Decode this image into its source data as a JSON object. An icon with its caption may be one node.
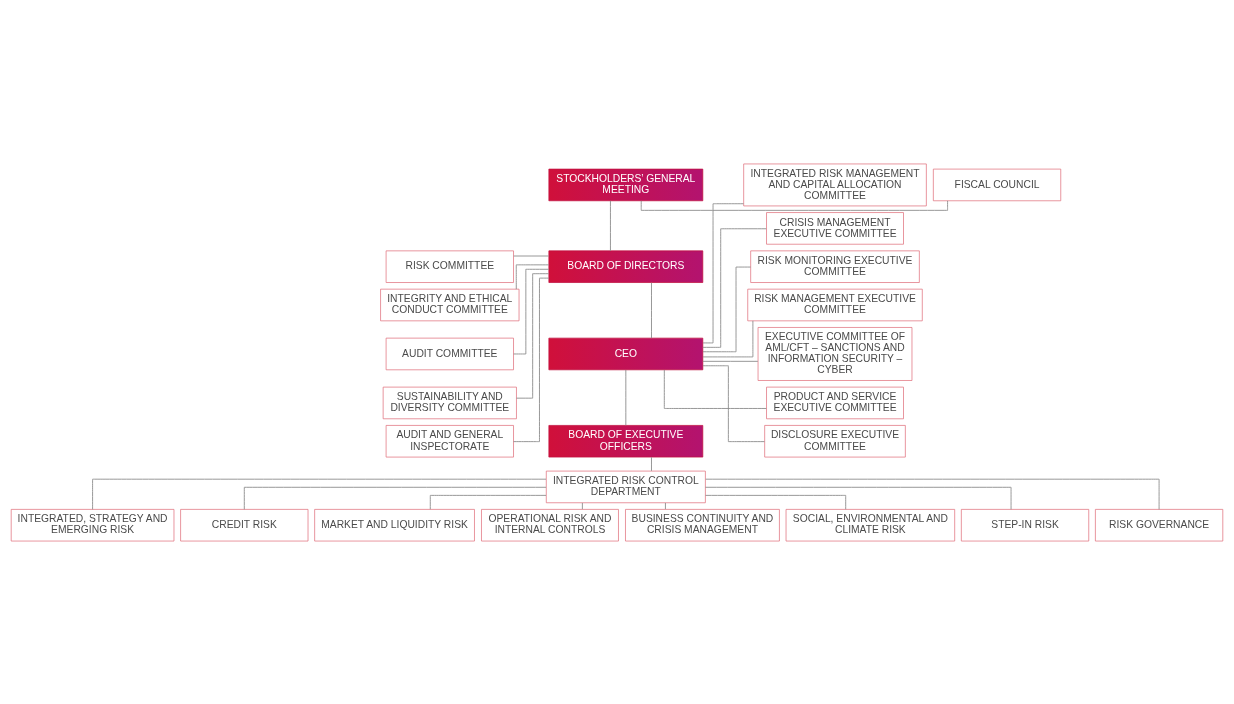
{
  "diagram": {
    "nodes": [
      {
        "text": [
          "STOCKHOLDERS’ GENERAL MEETING"
        ]
      },
      {
        "text": [
          "FISCAL COUNCIL"
        ]
      },
      {
        "text": [
          "BOARD OF DIRECTORS"
        ]
      },
      {
        "text": [
          "RISK COMMITTEE"
        ]
      },
      {
        "text": [
          "INTEGRITY AND ETHICAL CONDUCT COMMITTEE"
        ]
      },
      {
        "text": [
          "AUDIT COMMITTEE"
        ]
      },
      {
        "text": [
          "SUSTAINABILITY AND DIVERSITY COMMITTEE"
        ]
      },
      {
        "text": [
          "AUDIT AND GENERAL INSPECTORATE"
        ]
      },
      {
        "text": [
          "CEO"
        ]
      },
      {
        "text": [
          "INTEGRATED RISK MANAGEMENT AND CAPITAL ALLOCATION COMMITTEE"
        ]
      },
      {
        "text": [
          "CRISIS MANAGEMENT EXECUTIVE COMMITTEE"
        ]
      },
      {
        "text": [
          "RISK MONITORING EXECUTIVE COMMITTEE"
        ]
      },
      {
        "text": [
          "RISK MANAGEMENT EXECUTIVE COMMITTEE"
        ]
      },
      {
        "text": [
          "EXECUTIVE COMMITTEE OF AML/CFT – SANCTIONS AND INFORMATION SECURITY – CYBER"
        ]
      },
      {
        "text": [
          "PRODUCT AND SERVICE EXECUTIVE COMMITTEE"
        ]
      },
      {
        "text": [
          "DISCLOSURE EXECUTIVE COMMITTEE"
        ]
      },
      {
        "text": [
          "BOARD OF EXECUTIVE OFFICERS"
        ]
      },
      {
        "text": [
          "INTEGRATED RISK CONTROL DEPARTMENT"
        ]
      },
      {
        "text": [
          "INTEGRATED, STRATEGY AND EMERGING RISK"
        ]
      },
      {
        "text": [
          "CREDIT RISK"
        ]
      },
      {
        "text": [
          "MARKET AND LIQUIDITY RISK"
        ]
      },
      {
        "text": [
          "OPERATIONAL RISK AND INTERNAL CONTROLS"
        ]
      },
      {
        "text": [
          "BUSINESS CONTINUITY AND CRISIS MANAGEMENT"
        ]
      },
      {
        "text": [
          "SOCIAL, ENVIRONMENTAL AND CLIMATE RISK"
        ]
      },
      {
        "text": [
          "STEP-IN RISK"
        ]
      },
      {
        "text": [
          "RISK GOVERNANCE"
        ]
      }
    ],
    "edges": [
      {
        "from": 1,
        "to": 0,
        "arrow": "none"
      },
      {
        "from": 0,
        "to": 2,
        "arrow": "none"
      },
      {
        "from": 2,
        "to": 3,
        "arrow": "none"
      },
      {
        "from": 2,
        "to": 4,
        "arrow": "none"
      },
      {
        "from": 2,
        "to": 5,
        "arrow": "none"
      },
      {
        "from": 2,
        "to": 6,
        "arrow": "none"
      },
      {
        "from": 2,
        "to": 7,
        "arrow": "none"
      },
      {
        "from": 2,
        "to": 8,
        "arrow": "none"
      },
      {
        "from": 8,
        "to": 9,
        "arrow": "none"
      },
      {
        "from": 8,
        "to": 10,
        "arrow": "none"
      },
      {
        "from": 8,
        "to": 11,
        "arrow": "none"
      },
      {
        "from": 8,
        "to": 12,
        "arrow": "none"
      },
      {
        "from": 8,
        "to": 13,
        "arrow": "none"
      },
      {
        "from": 8,
        "to": 14,
        "arrow": "none"
      },
      {
        "from": 8,
        "to": 15,
        "arrow": "none"
      },
      {
        "from": 8,
        "to": 16,
        "arrow": "none"
      },
      {
        "from": 16,
        "to": 17,
        "arrow": "none"
      },
      {
        "from": 17,
        "to": 18,
        "arrow": "none"
      },
      {
        "from": 17,
        "to": 19,
        "arrow": "none"
      },
      {
        "from": 17,
        "to": 20,
        "arrow": "none"
      },
      {
        "from": 17,
        "to": 21,
        "arrow": "none"
      },
      {
        "from": 17,
        "to": 22,
        "arrow": "none"
      },
      {
        "from": 17,
        "to": 23,
        "arrow": "none"
      },
      {
        "from": 17,
        "to": 24,
        "arrow": "none"
      },
      {
        "from": 17,
        "to": 25,
        "arrow": "none"
      }
    ]
  }
}
